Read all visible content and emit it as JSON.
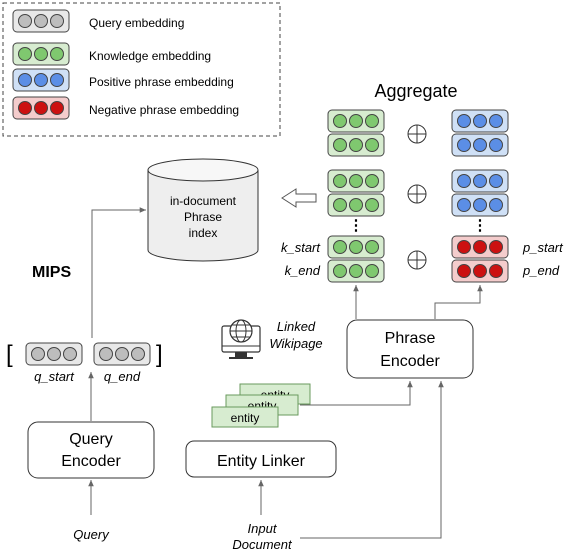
{
  "legend": {
    "query": "Query embedding",
    "knowledge": "Knowledge embedding",
    "positive": "Positive phrase embedding",
    "negative": "Negative phrase embedding"
  },
  "aggregate": "Aggregate",
  "index": {
    "line1": "in-document",
    "line2": "Phrase",
    "line3": "index"
  },
  "mips": "MIPS",
  "k_start": "k_start",
  "k_end": "k_end",
  "p_start": "p_start",
  "p_end": "p_end",
  "q_start": "q_start",
  "q_end": "q_end",
  "linked": {
    "line1": "Linked",
    "line2": "Wikipage"
  },
  "phrase_encoder": {
    "line1": "Phrase",
    "line2": "Encoder"
  },
  "query_encoder": {
    "line1": "Query",
    "line2": "Encoder"
  },
  "entity_linker": "Entity Linker",
  "entity": "entity",
  "query": "Query",
  "input_document": {
    "line1": "Input",
    "line2": "Document"
  },
  "ellipsis": "⋮",
  "bracket_open": "[",
  "bracket_close": "]",
  "oplus": "⊕",
  "colors": {
    "query_fill": "#bdbdbd",
    "query_bg": "#e8e8e8",
    "know_fill": "#7fc86f",
    "know_bg": "#d7ecd0",
    "pos_fill": "#5b8ee6",
    "pos_bg": "#cfe0f6",
    "neg_fill": "#cc1111",
    "neg_bg": "#f4cccc",
    "stroke": "#444444"
  }
}
